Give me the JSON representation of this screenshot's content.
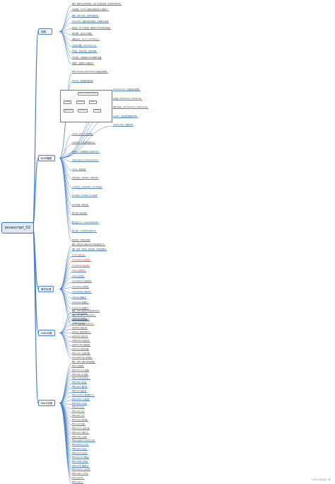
{
  "root": {
    "label": "javascript_02"
  },
  "branches": [
    {
      "id": "b1",
      "label": "函数",
      "leaves": [
        "概述：函数可以封装代码块，并且可以重复使用，提高代码的复用性",
        "声明函数：function 函数名(参数列表){ 函数体 }",
        "参数：形参与实参，实参传递给形参",
        "arguments：函数内部的伪数组，存储所有的实参",
        "返回值：return 返回值，函数执行完毕后返回的结果",
        "匿名函数：没有名字的函数",
        "函数表达式：var fn = function(){}",
        "立即执行函数：(function(){})()",
        "作用域：全局作用域、局部作用域",
        "作用域链：内部函数访问外部函数的变量",
        "预解析：变量提升与函数提升"
      ]
    },
    {
      "id": "b2",
      "label": "BOM模型",
      "leaves": [
        "BOM：Browser Object Model 浏览器对象模型",
        "window：浏览器的顶级对象",
        "window.onload：页面加载完成事件",
        "定时器：setTimeout() / setInterval()",
        "清除定时器：clearTimeout() / clearInterval()",
        "location：获取或设置窗体的URL",
        "location.href：完整的URL",
        "location.search：返回参数",
        "navigator：包含浏览器的信息",
        "history：与浏览器历史记录进行交互",
        "history.back() / history.forward()",
        "screen：屏幕对象",
        "offset系列：offsetTop / offsetLeft",
        "client系列：clientWidth / clientHeight",
        "scroll系列：scrollTop / scrollLeft",
        "event对象：事件对象",
        "事件冒泡与事件捕获",
        "阻止默认行为：e.preventDefault()",
        "阻止冒泡：e.stopPropagation()",
        "事件委托：利用冒泡原理"
      ]
    },
    {
      "id": "b3",
      "label": "事件处理",
      "leaves": [
        "概述：事件是可以被JavaScript侦测到的行为",
        "事件三要素：事件源、事件类型、事件处理程序",
        "onclick 鼠标点击",
        "onmouseover 鼠标经过",
        "onmouseout 鼠标离开",
        "onfocus 获得焦点",
        "onblur 失去焦点",
        "onmousemove 鼠标移动",
        "onmouseup 鼠标弹起",
        "onmousedown 鼠标按下",
        "onkeyup 按键松开",
        "onkeydown 按键按下",
        "onkeypress 按键按下",
        "onchange 内容改变",
        "onsubmit 表单提交",
        "onload 加载完成"
      ]
    },
    {
      "id": "b4",
      "label": "Date对象",
      "leaves": [
        "概述：Date 对象用于处理日期与时间",
        "创建：var date = new Date()",
        "getFullYear() 获取年份",
        "getMonth() 获取月份(0-11)",
        "getDate() 获取日期",
        "getDay() 获取星期(0-6)",
        "getHours() 获取小时",
        "getMinutes() 获取分钟",
        "getSeconds() 获取秒钟",
        "getTime() 获取时间戳",
        "Date.now() 当前时间戳",
        "toLocaleString() 本地格式"
      ]
    },
    {
      "id": "b5",
      "label": "Math对象",
      "leaves": [
        "概述：Math 对象不是构造函数",
        "Math.PI 圆周率",
        "Math.floor() 向下取整",
        "Math.ceil() 向上取整",
        "Math.round() 四舍五入",
        "Math.abs() 绝对值",
        "Math.max() 最大值",
        "Math.min() 最小值",
        "Math.random() 随机数 [0,1)",
        "Math.pow(x,y) 幂运算",
        "Math.sqrt() 平方根",
        "Math.sin() 正弦",
        "Math.cos() 余弦",
        "Math.tan() 正切",
        "Math.log() 自然对数",
        "Math.exp() 指数",
        "Math.trunc() 去除小数",
        "Math.sign() 判断正负",
        "Math.cbrt() 立方根",
        "Math.hypot() 平方和的平方根",
        "Math.atan2() 反正切",
        "Math.asin() 反正弦",
        "Math.acos() 反余弦",
        "Math.fround() 单精度",
        "Math.clz32() 前导零",
        "Math.imul() 整数乘法",
        "Math.log10() 以10为底",
        "Math.log2() 以2为底",
        "Math.expm1()",
        "Math.log1p()"
      ]
    }
  ],
  "panel": {
    "title": "Browser Display Window",
    "items": [
      "history",
      "location",
      "frames",
      "document",
      "navigator",
      "screen"
    ]
  },
  "watermark": "CSDN @给我一杯"
}
